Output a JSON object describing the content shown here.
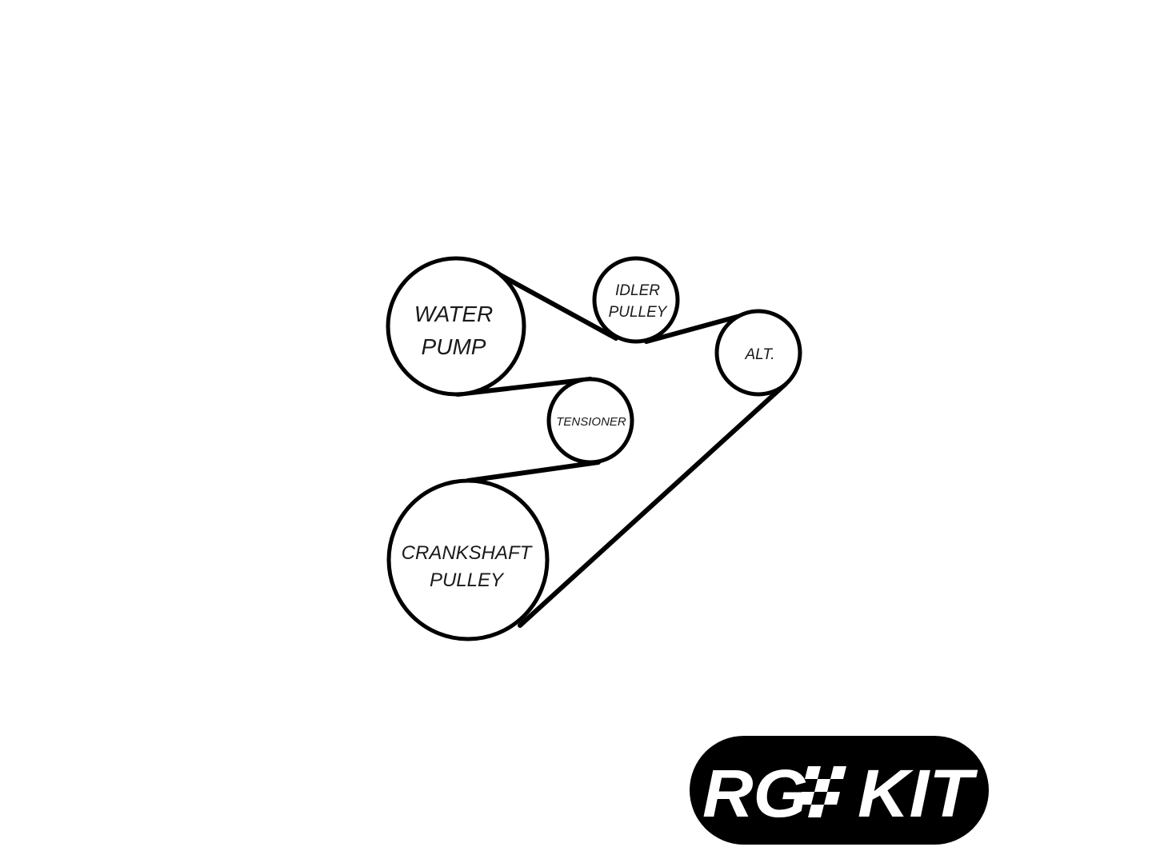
{
  "diagram": {
    "colors": {
      "line": "#000000",
      "background": "#ffffff"
    },
    "pulleys": {
      "water_pump": {
        "line1": "WATER",
        "line2": "PUMP"
      },
      "idler": {
        "line1": "IDLER",
        "line2": "PULLEY"
      },
      "alternator": {
        "line1": "ALT."
      },
      "tensioner": {
        "line1": "TENSIONER"
      },
      "crankshaft": {
        "line1": "CRANKSHAFT",
        "line2": "PULLEY"
      }
    }
  },
  "logo": {
    "text_left": "RG",
    "text_right": "KIT",
    "icon": "checkered-flag-icon",
    "background_color": "#000000",
    "text_color": "#ffffff"
  }
}
